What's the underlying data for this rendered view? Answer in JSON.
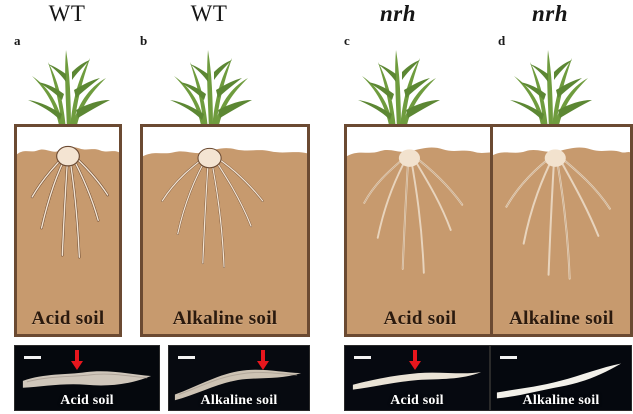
{
  "figure": {
    "background_color": "#ffffff",
    "soil_color": "#c79a6e",
    "soil_shadow_color": "#b2875c",
    "box_border_color": "#6b4a32",
    "grass_color": "#6f9c3e",
    "grass_dark_color": "#5c8733",
    "photo_background_color": "#05080d",
    "arrow_color": "#e8161d",
    "scalebar_color": "#f2f2f2",
    "root_thick_outline_color": "#6b4a32",
    "root_fill_color": "#f4e4d2"
  },
  "panels": [
    {
      "letter": "a",
      "genotype": "WT",
      "genotype_italic": false,
      "soil_label": "Acid soil",
      "photo_label": "Acid soil",
      "has_arrow": true,
      "arrow_position_pct": 38,
      "root_style": "thick-hairy",
      "root_photo_style": "thick-rough-beige"
    },
    {
      "letter": "b",
      "genotype": "WT",
      "genotype_italic": false,
      "soil_label": "Alkaline soil",
      "photo_label": "Alkaline soil",
      "has_arrow": true,
      "arrow_position_pct": 62,
      "root_style": "medium-hairy",
      "root_photo_style": "medium-rough-beige"
    },
    {
      "letter": "c",
      "genotype": "nrh",
      "genotype_italic": true,
      "soil_label": "Acid soil",
      "photo_label": "Acid soil",
      "has_arrow": true,
      "arrow_position_pct": 44,
      "root_style": "thin-smooth",
      "root_photo_style": "smooth-white"
    },
    {
      "letter": "d",
      "genotype": "nrh",
      "genotype_italic": true,
      "soil_label": "Alkaline soil",
      "photo_label": "Alkaline soil",
      "has_arrow": false,
      "arrow_position_pct": 0,
      "root_style": "thin-smooth",
      "root_photo_style": "smooth-white-bright"
    }
  ]
}
